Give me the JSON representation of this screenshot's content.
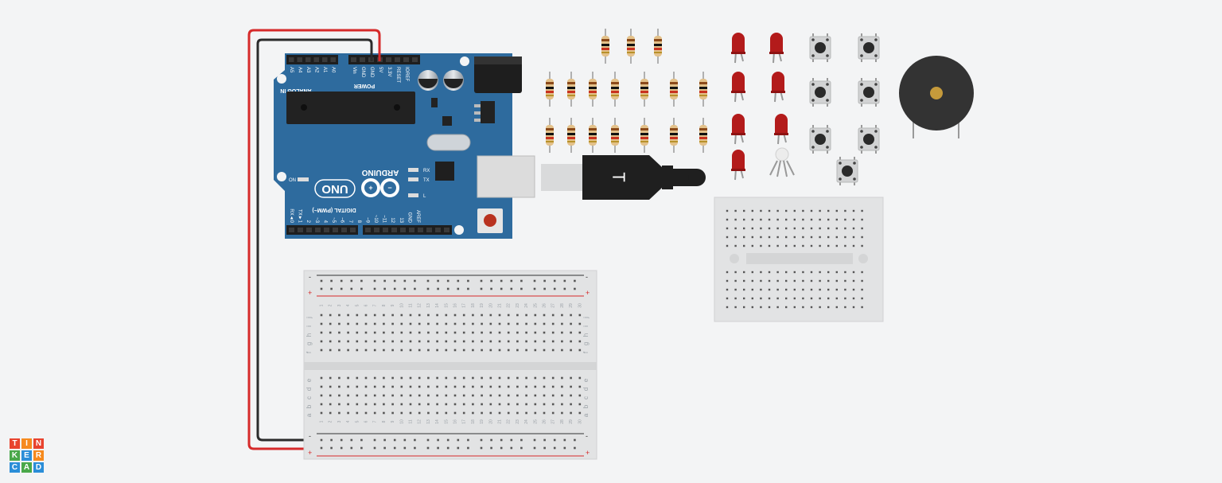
{
  "colors": {
    "background": "#f3f4f5",
    "arduino_board": "#2e6b9e",
    "wire_red": "#d62a2a",
    "wire_black": "#2b2b2b",
    "led_red": "#b31b1b",
    "logo_red": "#e8432e",
    "logo_orange": "#f68a1e",
    "logo_green": "#4aa84a",
    "logo_blue": "#2b8ed8"
  },
  "arduino": {
    "brand": "ARDUINO",
    "model": "UNO",
    "analog_header": "ANALOG IN",
    "power_header": "POWER",
    "digital_header": "DIGITAL (PWM~)",
    "on_label": "ON",
    "tx_label": "TX",
    "rx_label": "RX",
    "l_label": "L",
    "analog_pins": [
      "A5",
      "A4",
      "A3",
      "A2",
      "A1",
      "A0"
    ],
    "power_pins": [
      "Vin",
      "GND",
      "GND",
      "5V",
      "3.3V",
      "RESET",
      "IOREF"
    ],
    "digital_pins": [
      "RX◄0",
      "TX►1",
      "2",
      "~3",
      "4",
      "~5",
      "~6",
      "7",
      "8",
      "~9",
      "~10",
      "~11",
      "12",
      "13",
      "GND",
      "AREF"
    ]
  },
  "breadboard_main": {
    "columns": [
      "1",
      "2",
      "3",
      "4",
      "5",
      "6",
      "7",
      "8",
      "9",
      "10",
      "11",
      "12",
      "13",
      "14",
      "15",
      "16",
      "17",
      "18",
      "19",
      "20",
      "21",
      "22",
      "23",
      "24",
      "25",
      "26",
      "27",
      "28",
      "29",
      "30"
    ],
    "rows_top": [
      "j",
      "i",
      "h",
      "g",
      "f"
    ],
    "rows_bottom": [
      "e",
      "d",
      "c",
      "b",
      "a"
    ],
    "rail_minus": "-",
    "rail_plus": "+"
  },
  "components": {
    "resistors": 17,
    "leds": 7,
    "pushbuttons": 7,
    "rgb_led": 1,
    "piezo": 1,
    "mini_breadboard": 1
  },
  "logo": {
    "letters": [
      "T",
      "I",
      "N",
      "K",
      "E",
      "R",
      "C",
      "A",
      "D"
    ]
  }
}
